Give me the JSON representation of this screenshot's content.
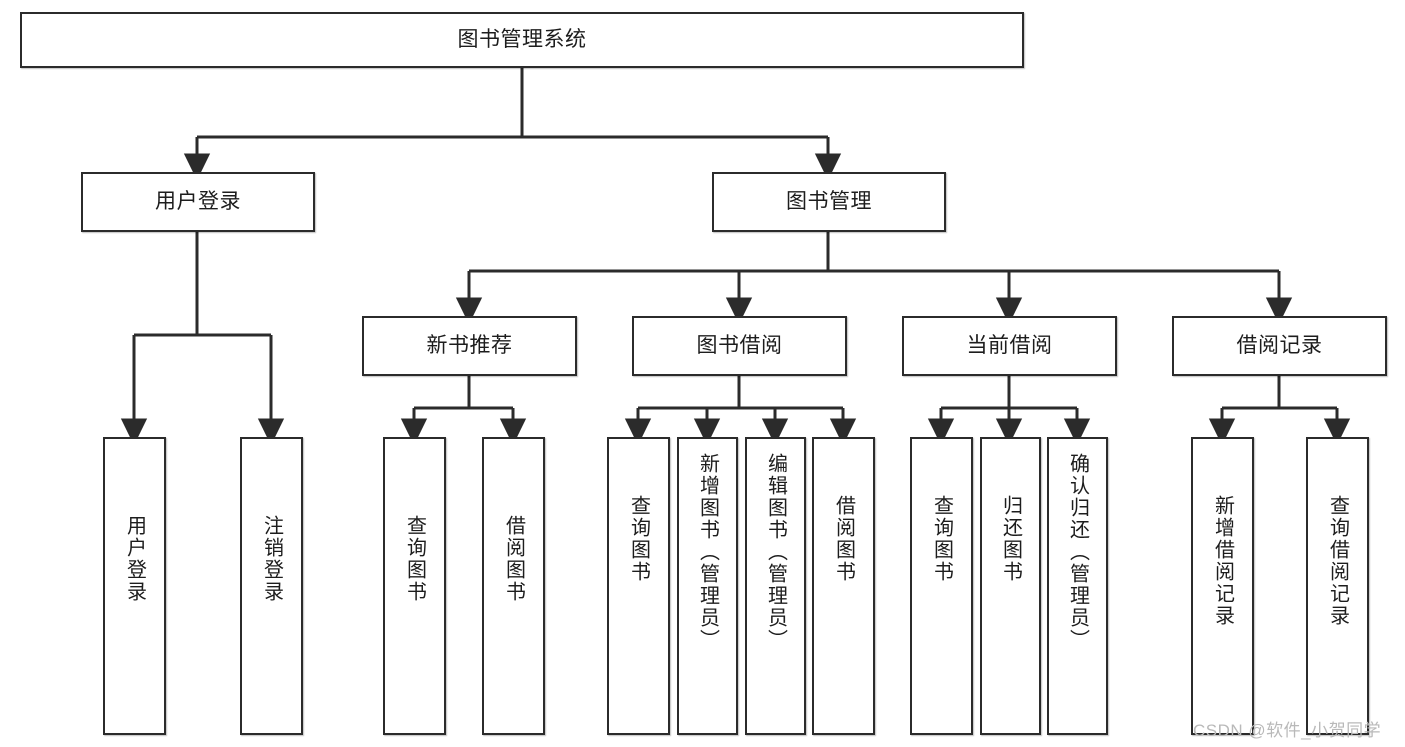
{
  "diagram": {
    "type": "tree-hierarchy-chart",
    "title": "图书管理系统",
    "colors": {
      "box_border": "#2b2b2b",
      "box_fill": "#ffffff",
      "connector": "#2b2b2b",
      "text": "#1d1d1d",
      "watermark": "#b9b9b9",
      "background": "#ffffff"
    },
    "root": {
      "label": "图书管理系统",
      "children": [
        {
          "label": "用户登录",
          "children": [
            {
              "label": "用户登录"
            },
            {
              "label": "注销登录"
            }
          ]
        },
        {
          "label": "图书管理",
          "children": [
            {
              "label": "新书推荐",
              "children": [
                {
                  "label": "查询图书"
                },
                {
                  "label": "借阅图书"
                }
              ]
            },
            {
              "label": "图书借阅",
              "children": [
                {
                  "label": "查询图书"
                },
                {
                  "label": "新增图书（管理员）"
                },
                {
                  "label": "编辑图书（管理员）"
                },
                {
                  "label": "借阅图书"
                }
              ]
            },
            {
              "label": "当前借阅",
              "children": [
                {
                  "label": "查询图书"
                },
                {
                  "label": "归还图书"
                },
                {
                  "label": "确认归还（管理员）"
                }
              ]
            },
            {
              "label": "借阅记录",
              "children": [
                {
                  "label": "新增借阅记录"
                },
                {
                  "label": "查询借阅记录"
                }
              ]
            }
          ]
        }
      ]
    }
  },
  "watermark": {
    "text": "CSDN @软件_小贺同学"
  }
}
